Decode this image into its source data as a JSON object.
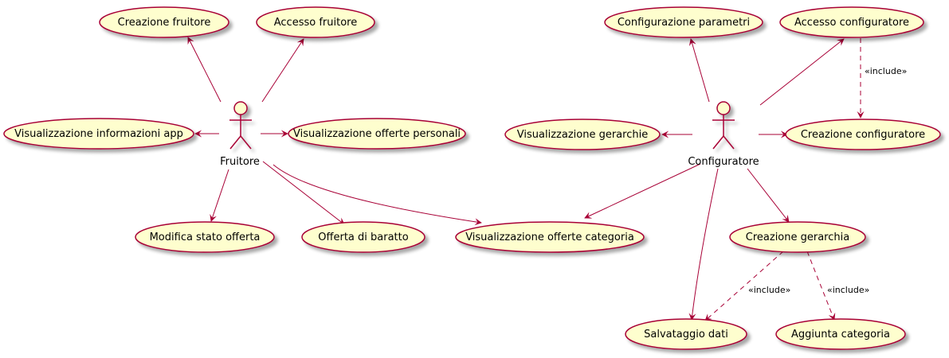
{
  "colors": {
    "border": "#A80036",
    "usecase_fill": "#FEFECE",
    "text": "#000000",
    "shadow": "#C8C8C8"
  },
  "actors": {
    "fruitore": {
      "label": "Fruitore"
    },
    "configuratore": {
      "label": "Configuratore"
    }
  },
  "use_cases": {
    "creazione_fruitore": "Creazione fruitore",
    "accesso_fruitore": "Accesso fruitore",
    "visualizzazione_informazioni_app": "Visualizzazione informazioni app",
    "visualizzazione_offerte_personali": "Visualizzazione offerte personali",
    "modifica_stato_offerta": "Modifica stato offerta",
    "offerta_di_baratto": "Offerta di baratto",
    "visualizzazione_offerte_categoria": "Visualizzazione offerte categoria",
    "configurazione_parametri": "Configurazione parametri",
    "accesso_configuratore": "Accesso configuratore",
    "visualizzazione_gerarchie": "Visualizzazione gerarchie",
    "creazione_configuratore": "Creazione configuratore",
    "creazione_gerarchia": "Creazione gerarchia",
    "salvataggio_dati": "Salvataggio dati",
    "aggiunta_categoria": "Aggiunta categoria"
  },
  "relations": {
    "include_label": "«include»"
  }
}
